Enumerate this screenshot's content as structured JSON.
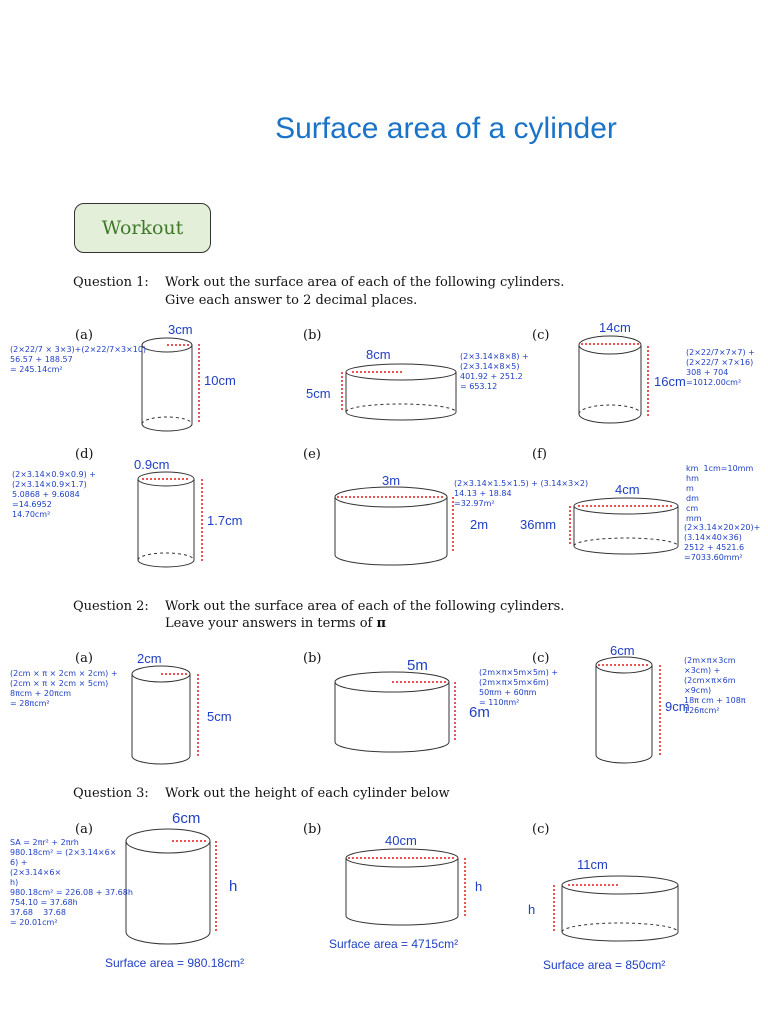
{
  "page": {
    "title": "Surface area of a cylinder",
    "workout_label": "Workout"
  },
  "q1": {
    "number": "Question 1:",
    "line1": "Work out the surface area of each of the following cylinders.",
    "line2": "Give each answer to 2 decimal places.",
    "items": [
      {
        "label": "(a)",
        "dim_top": "3cm",
        "dim_side": "10cm",
        "work": "(2×22/7 × 3×3)+(2×22/7×3×10)\n56.57 + 188.57\n= 245.14cm²"
      },
      {
        "label": "(b)",
        "dim_top": "8cm",
        "dim_side": "5cm",
        "work": "(2×3.14×8×8) +\n(2×3.14×8×5)\n401.92 + 251.2\n= 653.12"
      },
      {
        "label": "(c)",
        "dim_top": "14cm",
        "dim_side": "16cm",
        "work": "(2×22/7×7×7) +\n(2×22/7 ×7×16)\n308 + 704\n=1012.00cm²"
      },
      {
        "label": "(d)",
        "dim_top": "0.9cm",
        "dim_side": "1.7cm",
        "work": "(2×3.14×0.9×0.9) +\n(2×3.14×0.9×1.7)\n5.0868 + 9.6084\n=14.6952\n14.70cm²"
      },
      {
        "label": "(e)",
        "dim_top": "3m",
        "dim_side": "2m",
        "work": "(2×3.14×1.5×1.5) + (3.14×3×2)\n14.13 + 18.84\n=32.97m²"
      },
      {
        "label": "(f)",
        "dim_top": "4cm",
        "dim_side": "36mm",
        "work_units": "km  1cm=10mm\nhm\nm\ndm\ncm\nmm",
        "work": "(2×3.14×20×20)+\n(3.14×40×36)\n2512 + 4521.6\n=7033.60mm²"
      }
    ]
  },
  "q2": {
    "number": "Question 2:",
    "line1": "Work out the surface area of each of the following cylinders.",
    "line2_prefix": "Leave your answers in terms of ",
    "line2_symbol": "π",
    "items": [
      {
        "label": "(a)",
        "dim_top": "2cm",
        "dim_side": "5cm",
        "work": "(2cm × π × 2cm × 2cm) +\n(2cm × π × 2cm × 5cm)\n8πcm + 20πcm\n= 28πcm²"
      },
      {
        "label": "(b)",
        "dim_top": "5m",
        "dim_side": "6m",
        "work": "(2m×π×5m×5m) +\n(2m×π×5m×6m)\n50πm + 60πm\n= 110πm²"
      },
      {
        "label": "(c)",
        "dim_top": "6cm",
        "dim_side": "9cm",
        "work": "(2m×π×3cm\n×3cm) +\n(2cm×π×6m\n×9cm)\n18π cm + 108π\n126πcm²"
      }
    ]
  },
  "q3": {
    "number": "Question 3:",
    "line1": "Work out the height of each cylinder below",
    "items": [
      {
        "label": "(a)",
        "dim_top": "6cm",
        "dim_side": "h",
        "surface_area": "Surface area = 980.18cm²",
        "work": "SA = 2πr² + 2πrh\n980.18cm² = (2×3.14×6×\n6) +\n(2×3.14×6×\nh)\n980.18cm² = 226.08 + 37.68h\n754.10 = 37.68h\n37.68    37.68\n= 20.01cm²"
      },
      {
        "label": "(b)",
        "dim_top": "40cm",
        "dim_side": "h",
        "surface_area": "Surface area = 4715cm²"
      },
      {
        "label": "(c)",
        "dim_top": "11cm",
        "dim_side": "h",
        "surface_area": "Surface area = 850cm²"
      }
    ]
  }
}
